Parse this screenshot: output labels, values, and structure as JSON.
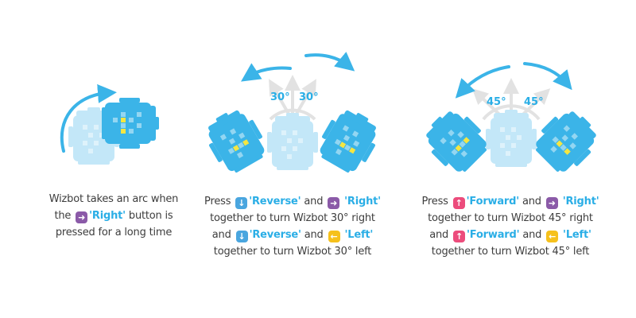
{
  "panels": [
    {
      "caption_lines": [
        {
          "text": "Wizbot takes an arc when"
        },
        {
          "pre": "the",
          "button": {
            "icon": "arrow-right-icon",
            "glyph": "➜",
            "color": "#8b5aa8"
          },
          "keyword": "'Right'",
          "post": "button is"
        },
        {
          "text": "pressed for a long time"
        }
      ]
    },
    {
      "angle_labels": [
        "30°",
        "30°"
      ],
      "caption_lines": [
        {
          "pre": "Press",
          "button": {
            "icon": "arrow-down-icon",
            "glyph": "↓",
            "color": "#4aa6df"
          },
          "keyword": "'Reverse'",
          "mid": "and",
          "button2": {
            "icon": "arrow-right-icon",
            "glyph": "➜",
            "color": "#8b5aa8"
          },
          "keyword2": "'Right'"
        },
        {
          "text": "together to turn Wizbot 30° right"
        },
        {
          "pre": "and",
          "button": {
            "icon": "arrow-down-icon",
            "glyph": "↓",
            "color": "#4aa6df"
          },
          "keyword": "'Reverse'",
          "mid": "and",
          "button2": {
            "icon": "arrow-left-icon",
            "glyph": "←",
            "color": "#f6c11c"
          },
          "keyword2": "'Left'"
        },
        {
          "text": "together to turn Wizbot 30° left"
        }
      ]
    },
    {
      "angle_labels": [
        "45°",
        "45°"
      ],
      "caption_lines": [
        {
          "pre": "Press",
          "button": {
            "icon": "arrow-up-icon",
            "glyph": "↑",
            "color": "#ec4c7c"
          },
          "keyword": "'Forward'",
          "mid": "and",
          "button2": {
            "icon": "arrow-right-icon",
            "glyph": "➜",
            "color": "#8b5aa8"
          },
          "keyword2": "'Right'"
        },
        {
          "text": "together to turn Wizbot 45° right"
        },
        {
          "pre": "and",
          "button": {
            "icon": "arrow-up-icon",
            "glyph": "↑",
            "color": "#ec4c7c"
          },
          "keyword": "'Forward'",
          "mid": "and",
          "button2": {
            "icon": "arrow-left-icon",
            "glyph": "←",
            "color": "#f6c11c"
          },
          "keyword2": "'Left'"
        },
        {
          "text": "together to turn Wizbot 45° left"
        }
      ]
    }
  ],
  "colors": {
    "robot": "#3bb4e8",
    "robot_ghost": "#c3e7f8",
    "keyword": "#2aaee6",
    "guide": "#e2e2e2"
  }
}
